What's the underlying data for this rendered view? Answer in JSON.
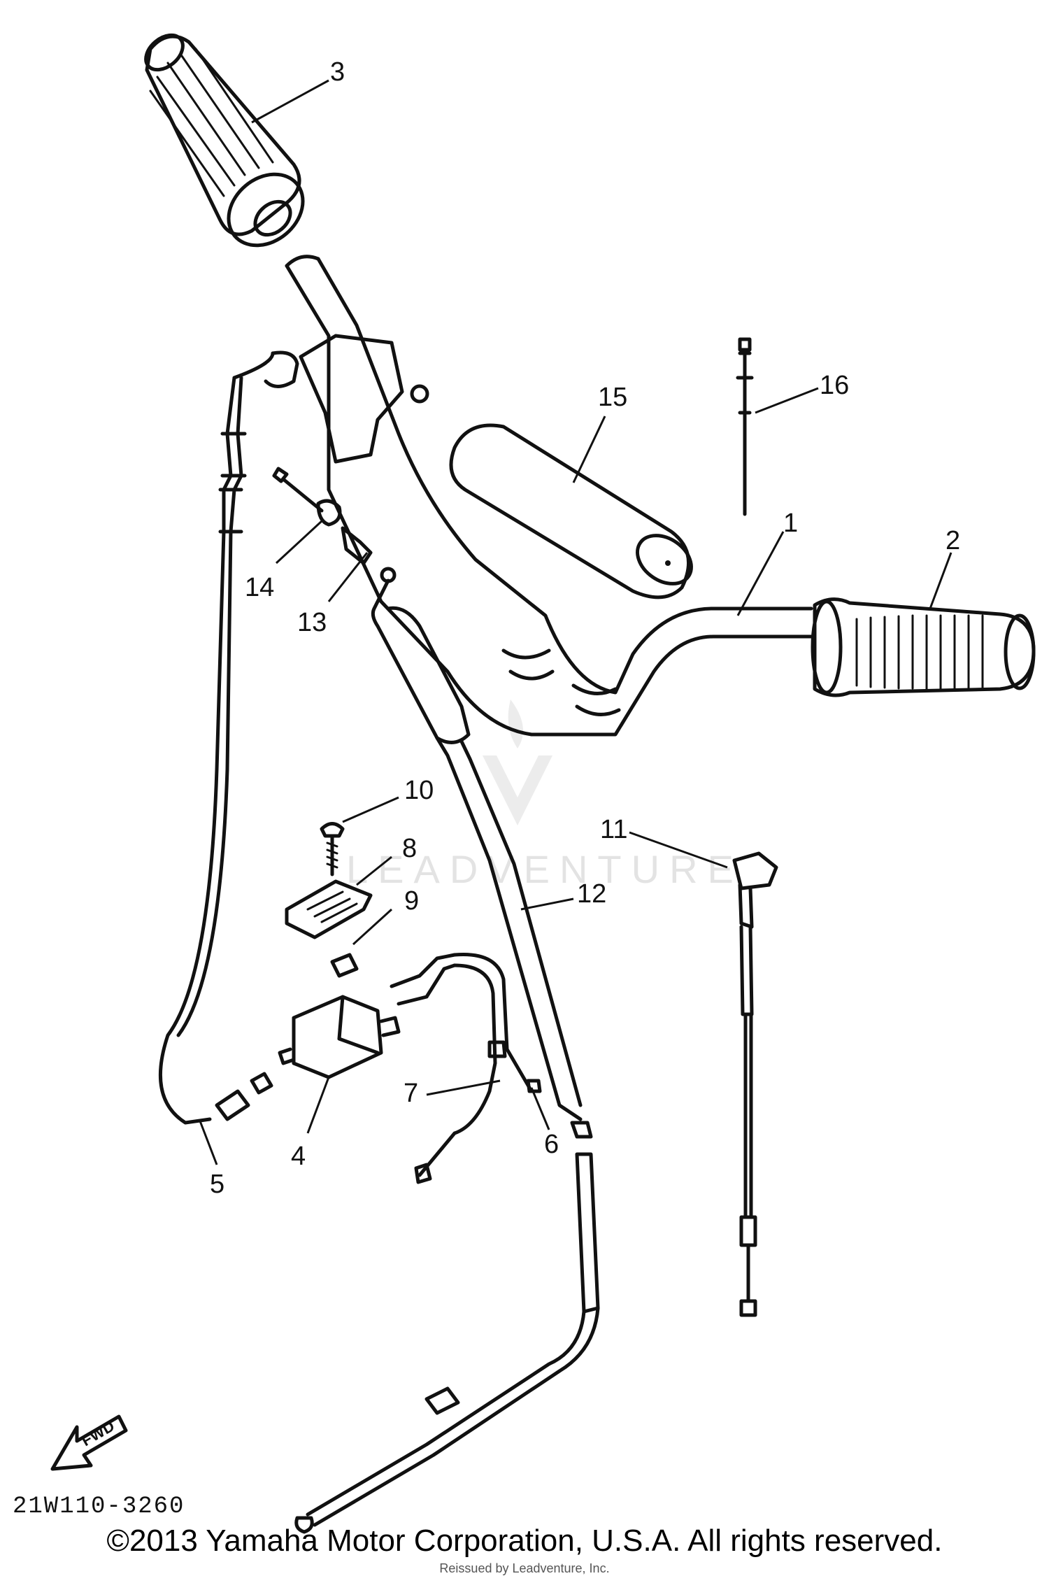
{
  "diagram": {
    "reference_code": "21W110-3260",
    "fwd_label": "FWD",
    "watermark": "LEADVENTURE",
    "callouts": [
      "1",
      "2",
      "3",
      "4",
      "5",
      "6",
      "7",
      "8",
      "9",
      "10",
      "11",
      "12",
      "13",
      "14",
      "15",
      "16"
    ]
  },
  "footer": {
    "copyright": "©2013 Yamaha Motor Corporation, U.S.A. All rights reserved.",
    "reissue": "Reissued by Leadventure, Inc."
  }
}
